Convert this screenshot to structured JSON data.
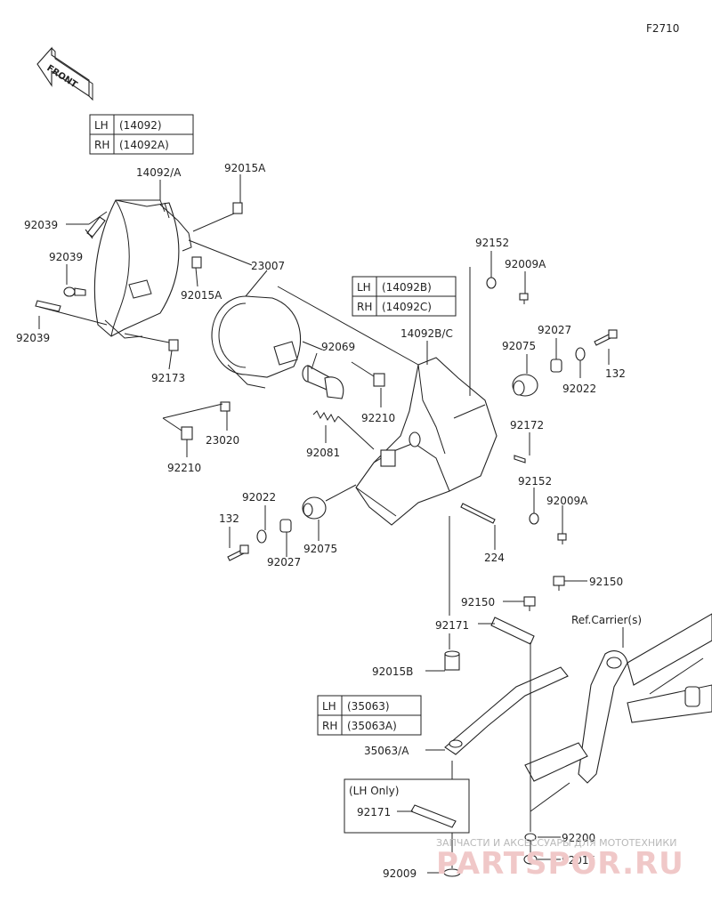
{
  "diagram_code": "F2710",
  "front_label": "FRONT",
  "tables": {
    "t1": {
      "rows": [
        [
          "LH",
          "(14092)"
        ],
        [
          "RH",
          "(14092A)"
        ]
      ]
    },
    "t2": {
      "rows": [
        [
          "LH",
          "(14092B)"
        ],
        [
          "RH",
          "(14092C)"
        ]
      ]
    },
    "t3": {
      "rows": [
        [
          "LH",
          "(35063)"
        ],
        [
          "RH",
          "(35063A)"
        ]
      ]
    }
  },
  "lh_only_label": "(LH Only)",
  "ref_label": "Ref.Carrier(s)",
  "parts": {
    "p14092a": "14092/A",
    "p92015a_top": "92015A",
    "p92039_a": "92039",
    "p92039_b": "92039",
    "p92039_c": "92039",
    "p23007": "23007",
    "p92015a_mid": "92015A",
    "p92173": "92173",
    "p92069": "92069",
    "p14092bc": "14092B/C",
    "p92152_top": "92152",
    "p92009a_top": "92009A",
    "p92075_r": "92075",
    "p92027_r": "92027",
    "p92022_r": "92022",
    "p132_r": "132",
    "p92210_mid": "92210",
    "p23020": "23020",
    "p92210_left": "92210",
    "p92081": "92081",
    "p92172": "92172",
    "p92152_mid": "92152",
    "p92009a_mid": "92009A",
    "p92022_l": "92022",
    "p132_l": "132",
    "p92027_l": "92027",
    "p92075_l": "92075",
    "p224": "224",
    "p92150_r": "92150",
    "p92150_l": "92150",
    "p92171_top": "92171",
    "p92015b": "92015B",
    "p35063a": "35063/A",
    "p92171_bot": "92171",
    "p92009": "92009",
    "p92200": "92200",
    "p92015": "92015"
  },
  "watermark": {
    "line1": "ЗАПЧАСТИ И АКСЕССУАРЫ ДЛЯ МОТОТЕХНИКИ",
    "line2": "PARTSPOR.RU"
  }
}
